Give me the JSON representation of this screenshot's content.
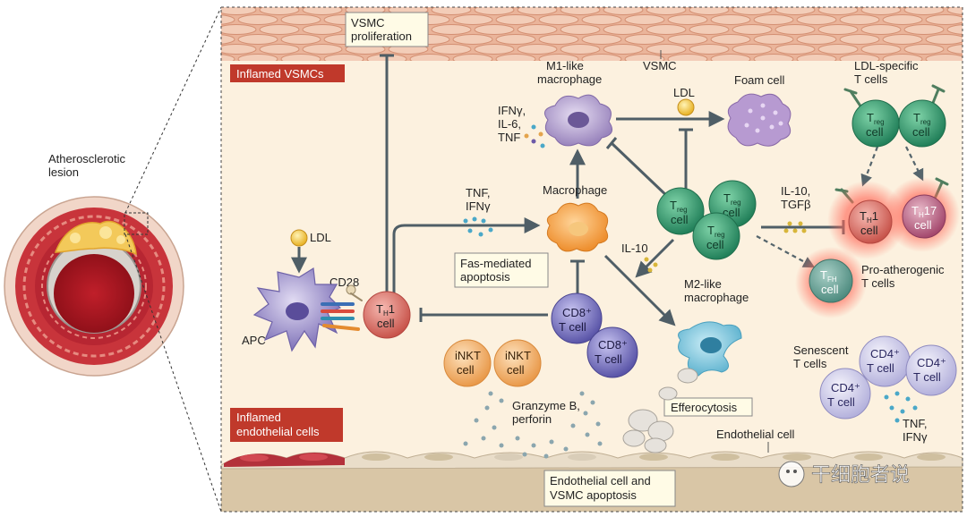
{
  "lesion": {
    "label": "Atherosclerotic\nlesion"
  },
  "labels": {
    "vsmc_proliferation": "VSMC\nproliferation",
    "inflamed_vsmcs": "Inflamed VSMCs",
    "vsmc": "VSMC",
    "m1_macrophage": "M1-like\nmacrophage",
    "ldl_top": "LDL",
    "foam_cell": "Foam cell",
    "ldl_specific": "LDL-specific\nT cells",
    "ifng_il6_tnf": "IFNγ,\nIL-6,\nTNF",
    "tnf_ifng_mid": "TNF,\nIFNγ",
    "macrophage": "Macrophage",
    "ldl_left": "LDL",
    "cd28": "CD28",
    "apc": "APC",
    "fas_apoptosis": "Fas-mediated\napoptosis",
    "il10": "IL-10",
    "il10_tgfb": "IL-10,\nTGFβ",
    "m2_macrophage": "M2-like\nmacrophage",
    "pro_atherogenic": "Pro-atherogenic\nT cells",
    "senescent": "Senescent\nT cells",
    "tnf_ifng_right": "TNF,\nIFNγ",
    "granzyme": "Granzyme B,\nperforin",
    "efferocytosis": "Efferocytosis",
    "inflamed_endothelial": "Inflamed\nendothelial cells",
    "endothelial_cell": "Endothelial cell",
    "endo_vsmc_apoptosis": "Endothelial cell and\nVSMC apoptosis",
    "watermark": "干细胞者说"
  },
  "cells": {
    "th1_center": {
      "main": "T",
      "sub": "H",
      "suffix": "1",
      "line2": "cell"
    },
    "treg_a": {
      "main": "T",
      "sub": "reg",
      "line2": "cell"
    },
    "treg_b": {
      "main": "T",
      "sub": "reg",
      "line2": "cell"
    },
    "treg_c": {
      "main": "T",
      "sub": "reg",
      "line2": "cell"
    },
    "treg_ldl_a": {
      "main": "T",
      "sub": "reg",
      "line2": "cell"
    },
    "treg_ldl_b": {
      "main": "T",
      "sub": "reg",
      "line2": "cell"
    },
    "th1_pro": {
      "main": "T",
      "sub": "H",
      "suffix": "1",
      "line2": "cell"
    },
    "th17_pro": {
      "main": "T",
      "sub": "H",
      "suffix": "17",
      "line2": "cell"
    },
    "tfh": {
      "main": "T",
      "sub": "FH",
      "line2": "cell"
    },
    "cd8_a": {
      "main": "CD8⁺",
      "line2": "T cell"
    },
    "cd8_b": {
      "main": "CD8⁺",
      "line2": "T cell"
    },
    "inkt_a": {
      "main": "iNKT",
      "line2": "cell"
    },
    "inkt_b": {
      "main": "iNKT",
      "line2": "cell"
    },
    "cd4_a": {
      "main": "CD4⁺",
      "line2": "T cell"
    },
    "cd4_b": {
      "main": "CD4⁺",
      "line2": "T cell"
    },
    "cd4_c": {
      "main": "CD4⁺",
      "line2": "T cell"
    }
  },
  "colors": {
    "background": "#fcf1df",
    "vsmc_band": "#e9b49a",
    "label_red": "#c0392b",
    "arrow": "#4f5e66",
    "treg_green": "#2f9a6b",
    "macrophage_orange": "#f0a143",
    "m1_purple": "#a793c5",
    "m2_blue": "#74bfd8",
    "cd8_purple": "#6d67b5",
    "inkt_orange": "#f2b46a",
    "th1_red": "#d66a60",
    "senescent_lilac": "#c9c6e6"
  }
}
